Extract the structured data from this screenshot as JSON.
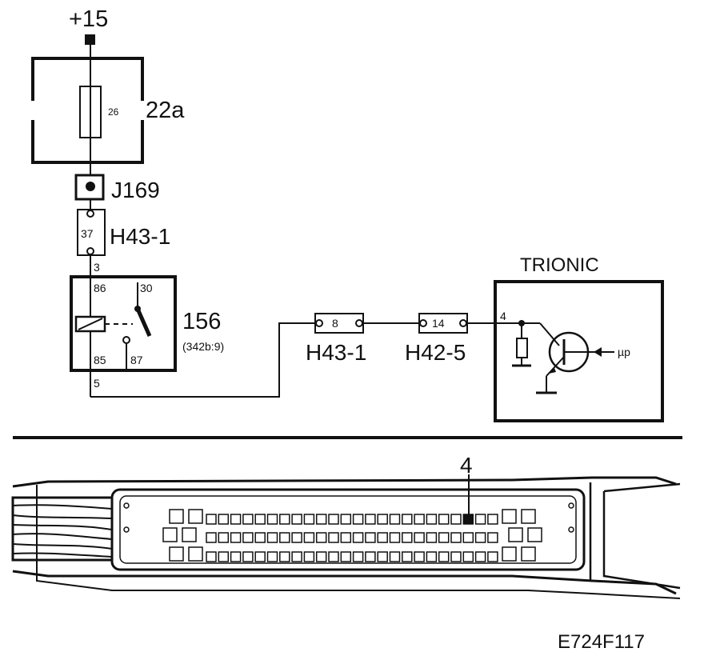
{
  "supply": {
    "label": "+15"
  },
  "fuse_block": {
    "id": "22a",
    "fuse_number": "26"
  },
  "splice": {
    "id": "J169"
  },
  "connector_top": {
    "id": "H43-1",
    "pin_top": "37",
    "pin_bottom": "3"
  },
  "relay": {
    "id": "156",
    "reference": "(342b:9)",
    "terminals": {
      "t86": "86",
      "t30": "30",
      "t85": "85",
      "t87": "87"
    },
    "wire_pin": "5"
  },
  "connector_mid1": {
    "id": "H43-1",
    "pin": "8"
  },
  "connector_mid2": {
    "id": "H42-5",
    "pin": "14"
  },
  "ecu": {
    "name": "TRIONIC",
    "pin": "4",
    "signal_label": "µp"
  },
  "ecu_connector_view": {
    "highlighted_pin": "4"
  },
  "figure_code": "E724F117"
}
